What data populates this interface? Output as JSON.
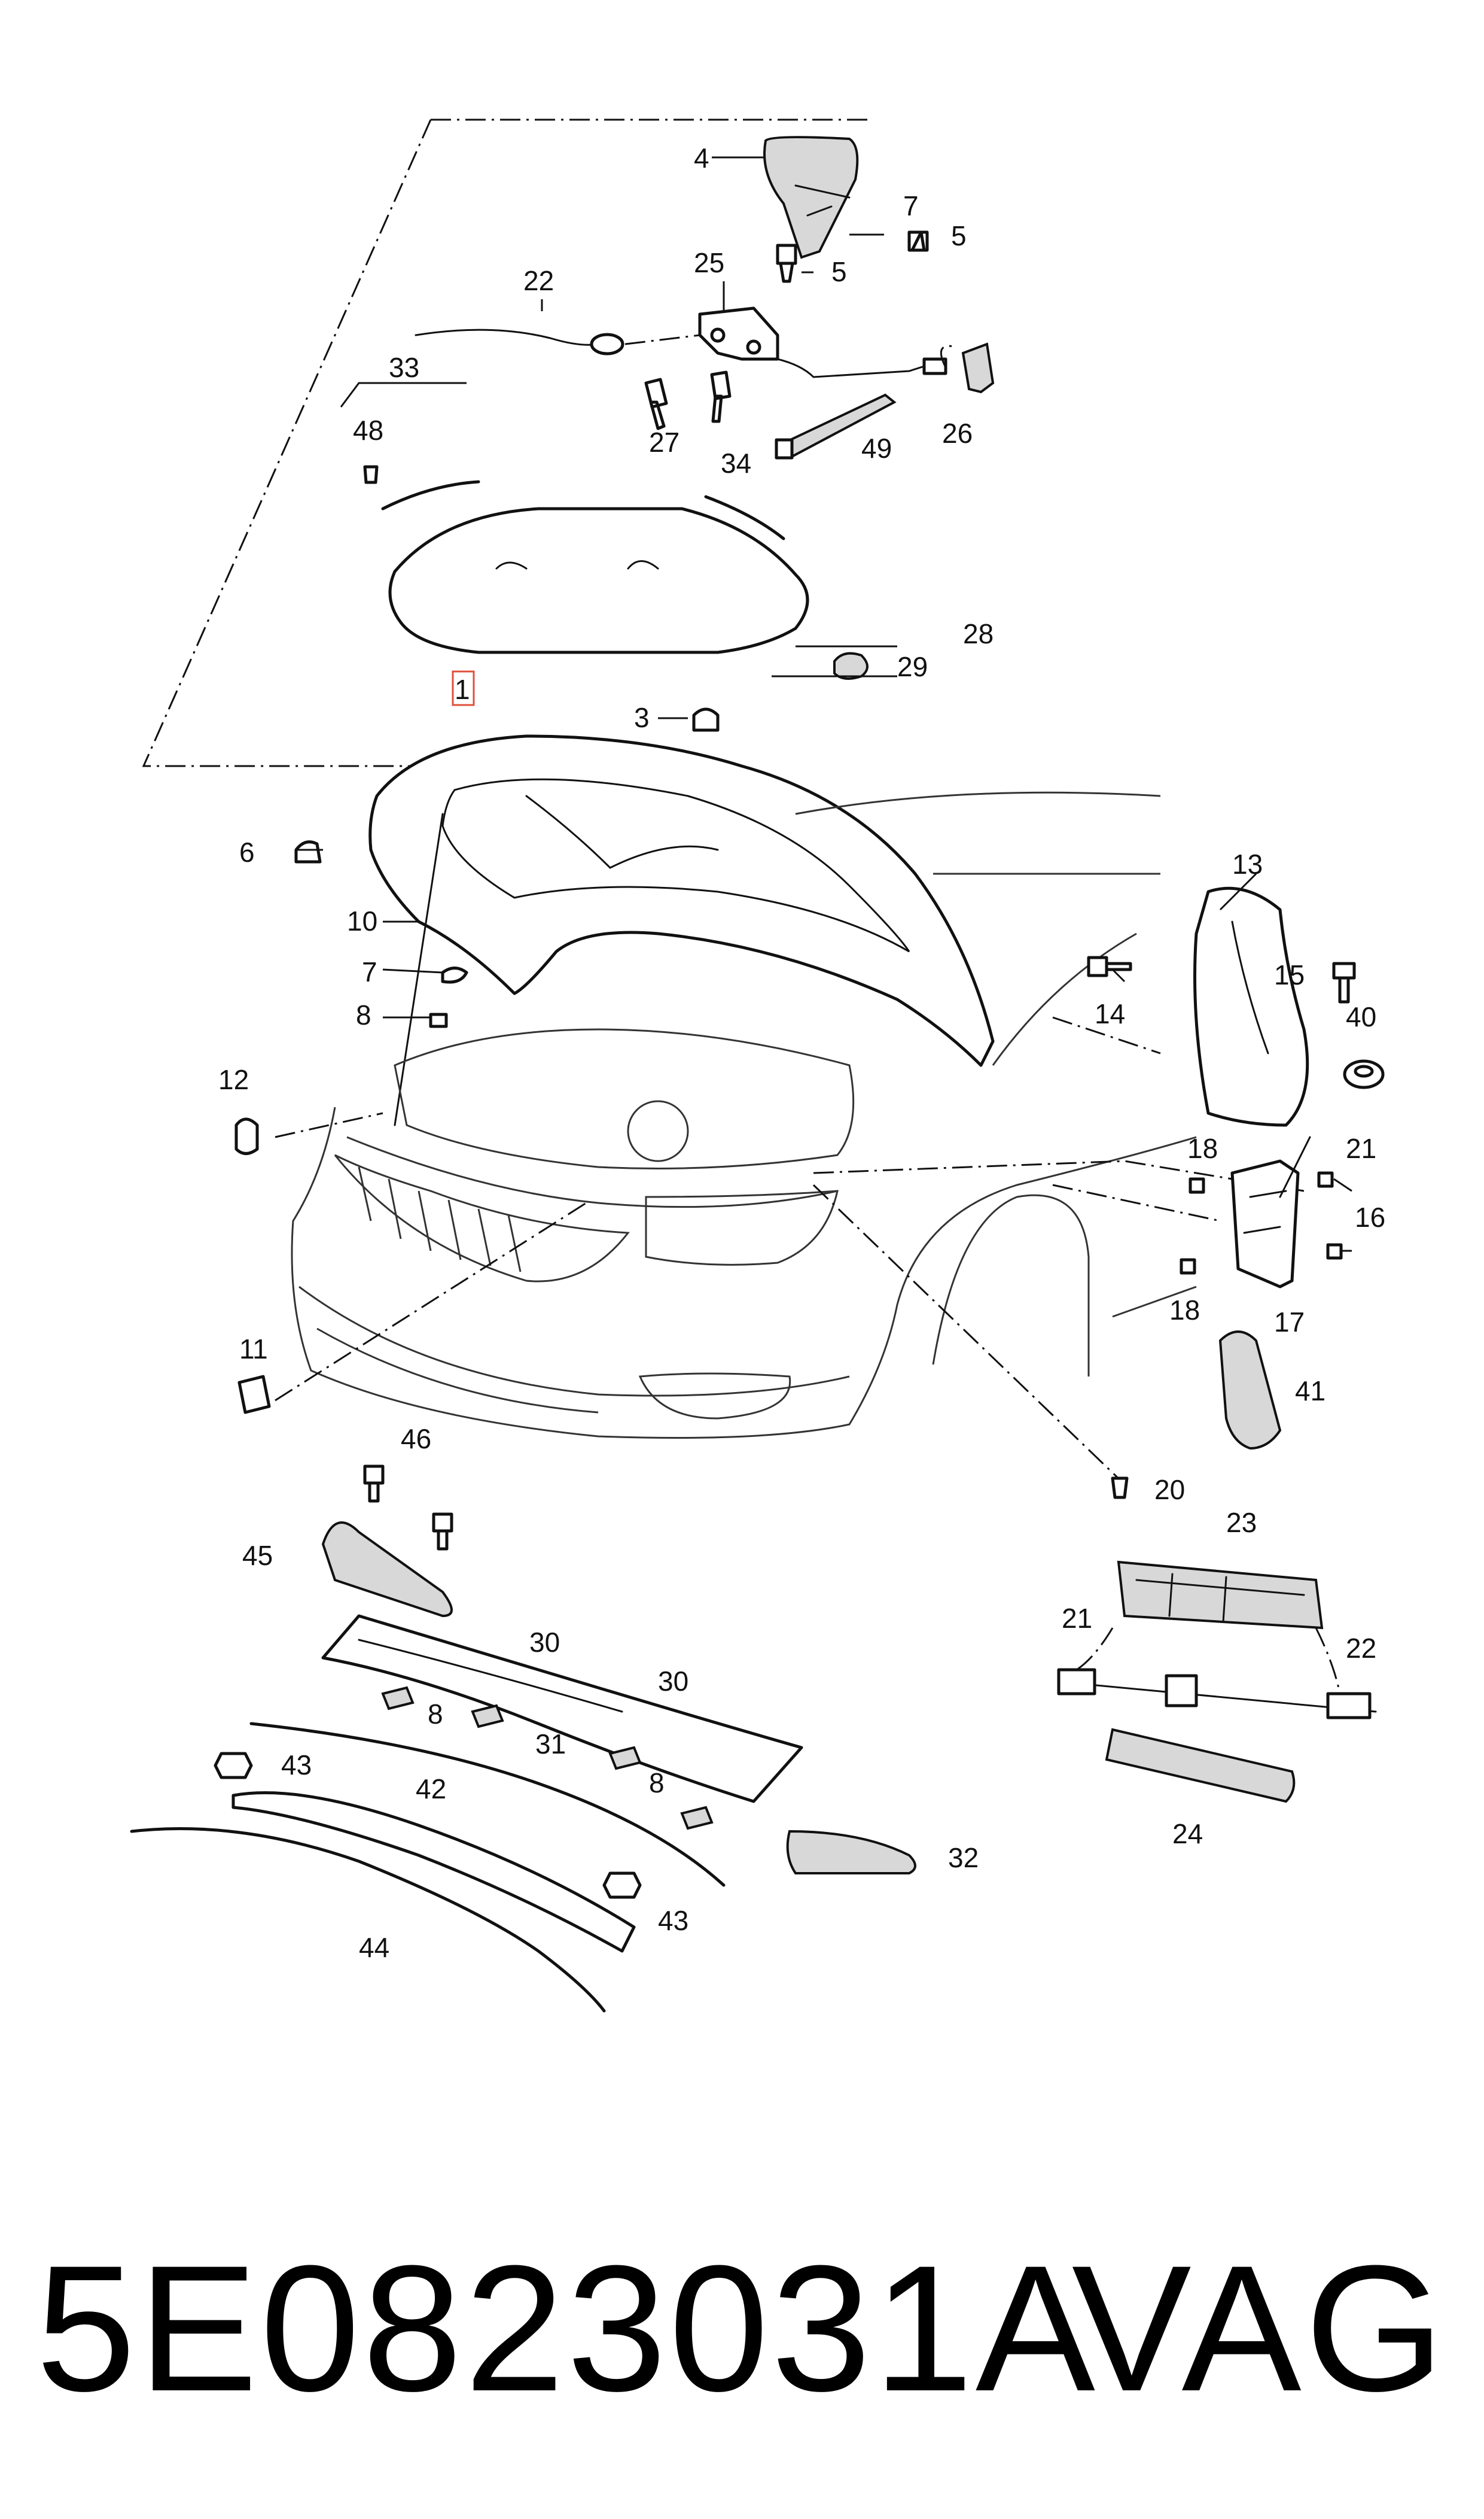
{
  "diagram": {
    "callouts": [
      "1",
      "3",
      "4",
      "5",
      "5",
      "6",
      "7",
      "7",
      "8",
      "8",
      "8",
      "10",
      "11",
      "12",
      "13",
      "14",
      "15",
      "16",
      "17",
      "18",
      "18",
      "20",
      "21",
      "21",
      "22",
      "22",
      "23",
      "24",
      "25",
      "26",
      "27",
      "28",
      "29",
      "30",
      "30",
      "31",
      "32",
      "33",
      "34",
      "40",
      "41",
      "42",
      "43",
      "43",
      "44",
      "45",
      "46",
      "48",
      "49"
    ],
    "highlight_callout": "1"
  },
  "footer": {
    "part_number": "5E0823031A",
    "brand": "VAG"
  }
}
